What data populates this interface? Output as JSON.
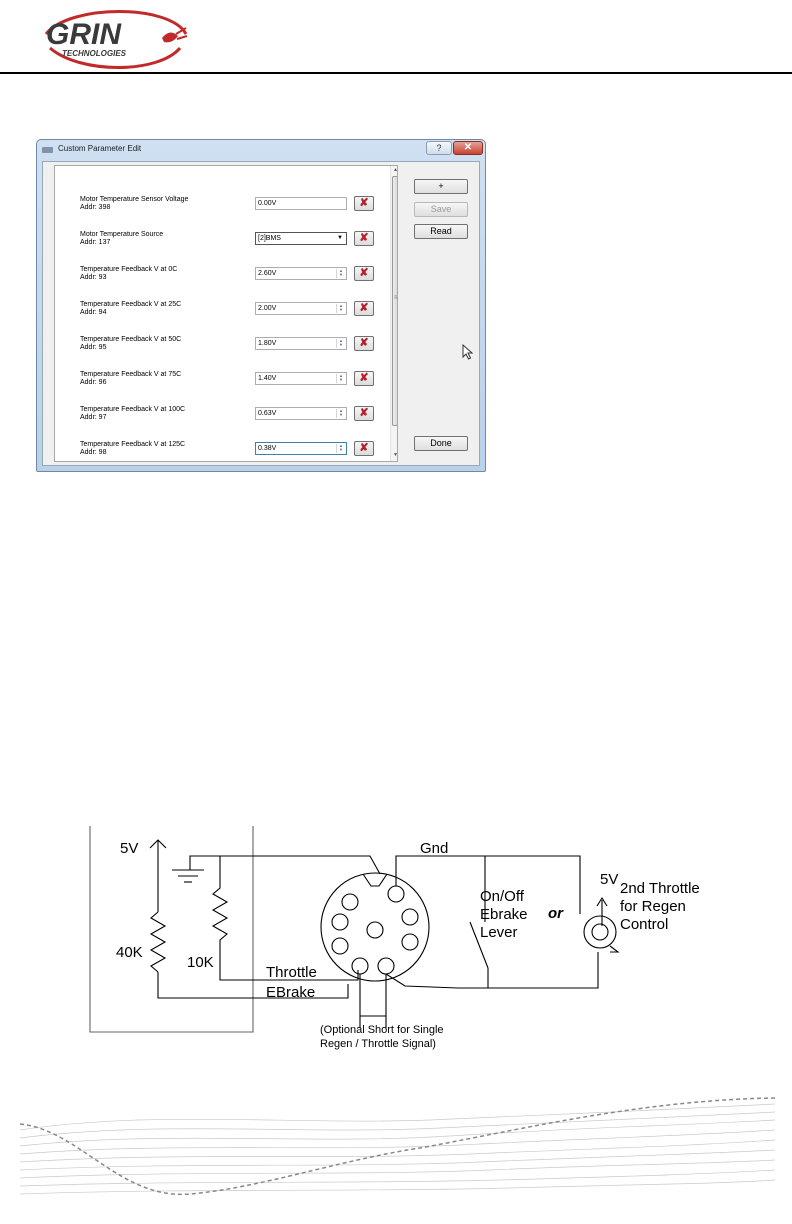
{
  "header": {
    "brand": "GRIN",
    "brand_sub": "TECHNOLOGIES"
  },
  "dialog": {
    "title": "Custom Parameter Edit",
    "help_label": "?",
    "close_label": "✕",
    "delete_label": "✘",
    "params": [
      {
        "name": "Motor Temperature Sensor Voltage",
        "addr": "Addr: 398",
        "value": "0.00V",
        "control": "readonly"
      },
      {
        "name": "Motor Temperature Source",
        "addr": "Addr: 137",
        "value": "[2]BMS",
        "control": "dropdown"
      },
      {
        "name": "Temperature Feedback V at 0C",
        "addr": "Addr: 93",
        "value": "2.60V",
        "control": "spinner"
      },
      {
        "name": "Temperature Feedback V at 25C",
        "addr": "Addr: 94",
        "value": "2.00V",
        "control": "spinner"
      },
      {
        "name": "Temperature Feedback V at 50C",
        "addr": "Addr: 95",
        "value": "1.80V",
        "control": "spinner"
      },
      {
        "name": "Temperature Feedback V at 75C",
        "addr": "Addr: 96",
        "value": "1.40V",
        "control": "spinner"
      },
      {
        "name": "Temperature Feedback V at 100C",
        "addr": "Addr: 97",
        "value": "0.63V",
        "control": "spinner"
      },
      {
        "name": "Temperature Feedback V at 125C",
        "addr": "Addr: 98",
        "value": "0.38V",
        "control": "spinner"
      }
    ],
    "buttons": {
      "add": "+",
      "save": "Save",
      "read": "Read",
      "done": "Done"
    }
  },
  "wiring": {
    "v5_left": "5V",
    "gnd": "Gnd",
    "r40k": "40K",
    "r10k": "10K",
    "throttle": "Throttle",
    "ebrake": "EBrake",
    "onoff": "On/Off",
    "ebrake_word": "Ebrake",
    "lever": "Lever",
    "or": "or",
    "v5_right": "5V",
    "second_throttle": "2nd Throttle",
    "for_regen": "for Regen",
    "control": "Control",
    "note_line1": "(Optional Short for Single",
    "note_line2": "Regen / Throttle Signal)"
  }
}
